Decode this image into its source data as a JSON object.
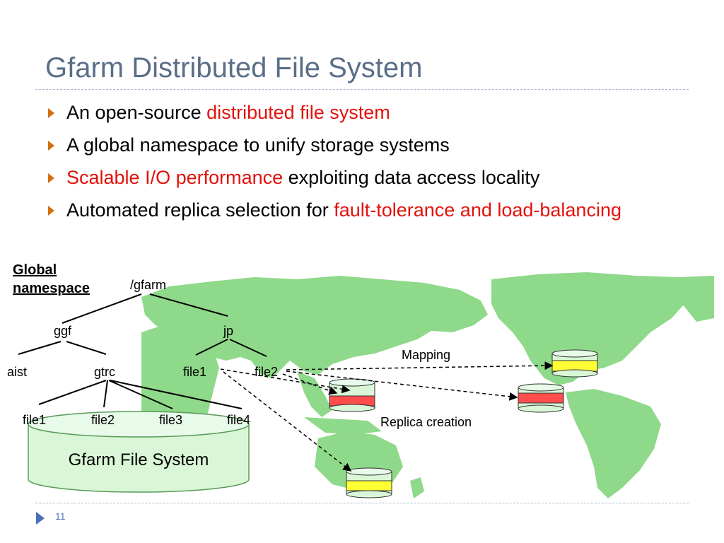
{
  "slide": {
    "title": "Gfarm Distributed File System",
    "page_number": "11"
  },
  "bullets": [
    {
      "text": "An open-source ",
      "highlight": "distributed file system",
      "rest": ""
    },
    {
      "text": "A global namespace to unify storage systems"
    },
    {
      "lead": "Scalable I/O performance",
      "text": " exploiting data access locality"
    },
    {
      "text": "Automated replica selection for ",
      "highlight": "fault-tolerance and load-balancing"
    }
  ],
  "diagram": {
    "namespace_label": {
      "line1": "Global",
      "line2": "namespace"
    },
    "tree": {
      "root": "/gfarm",
      "ggf": "ggf",
      "jp": "jp",
      "aist": "aist",
      "gtrc": "gtrc",
      "jp_file1": "file1",
      "jp_file2": "file2",
      "gtrc_file1": "file1",
      "gtrc_file2": "file2",
      "gtrc_file3": "file3",
      "gtrc_file4": "file4"
    },
    "file_system_label": "Gfarm File System",
    "mapping_label": "Mapping",
    "replica_label": "Replica creation",
    "colors": {
      "map": "#8fd98a",
      "cylinder_body": "#d9f7d6",
      "disk_yellow": "#ffff33",
      "disk_red": "#ff4d4d",
      "accent_red": "#e3120b",
      "title": "#5a6e87"
    }
  }
}
